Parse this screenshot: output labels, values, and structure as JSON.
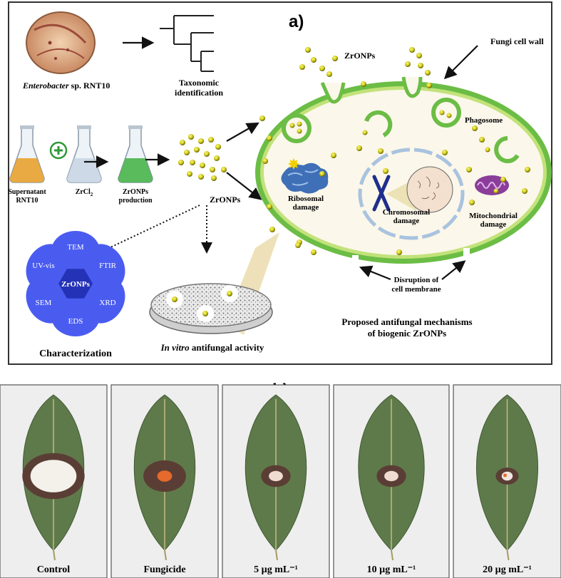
{
  "panel_a": {
    "label": "a)",
    "bacteria_label_italic": "Enterobacter",
    "bacteria_label_rest": " sp. RNT10",
    "taxonomic_line1": "Taxonomic",
    "taxonomic_line2": "identification",
    "flasks": [
      {
        "line1": "Supernatant",
        "line2": "RNT10",
        "color": "#e9a22f"
      },
      {
        "line1": "ZrCl",
        "line2": "",
        "color": "#c9d6e4"
      },
      {
        "line1": "ZrONPs",
        "line2": "production",
        "color": "#49b54a"
      }
    ],
    "zrcl_subscript": "2",
    "zronps_label": "ZrONPs",
    "cell_zronps_label": "ZrONPs",
    "fungi_cell_wall": "Fungi cell wall",
    "phagosome": "Phagosome",
    "ribosomal_line1": "Ribosomal",
    "ribosomal_line2": "damage",
    "chromosomal_line1": "Chromosomal",
    "chromosomal_line2": "damage",
    "mitochondrial_line1": "Mitochondrial",
    "mitochondrial_line2": "damage",
    "disruption_line1": "Disruption of",
    "disruption_line2": "cell membrane",
    "proposed_line1": "Proposed antifungal mechanisms",
    "proposed_line2": "of biogenic ZrONPs",
    "invitro_italic": "In vitro",
    "invitro_rest": " antifungal activity",
    "characterization_title": "Characterization",
    "characterization_center": "ZrONPs",
    "characterization_petals": [
      "TEM",
      "FTIR",
      "XRD",
      "EDS",
      "SEM",
      "UV-vis"
    ],
    "colors": {
      "cell_wall": "#6bbd45",
      "cell_fill": "#fbf7ea",
      "particle": "#d6d21a",
      "petal": "#4a5cf0",
      "petal_center": "#2432b8"
    }
  },
  "panel_b": {
    "label": "b)",
    "leaves": [
      {
        "label": "Control",
        "lesion": "large"
      },
      {
        "label": "Fungicide",
        "lesion": "medium"
      },
      {
        "label": "5 µg mL⁻¹",
        "lesion": "small"
      },
      {
        "label": "10 µg mL⁻¹",
        "lesion": "small"
      },
      {
        "label": "20 µg mL⁻¹",
        "lesion": "tiny"
      }
    ]
  }
}
